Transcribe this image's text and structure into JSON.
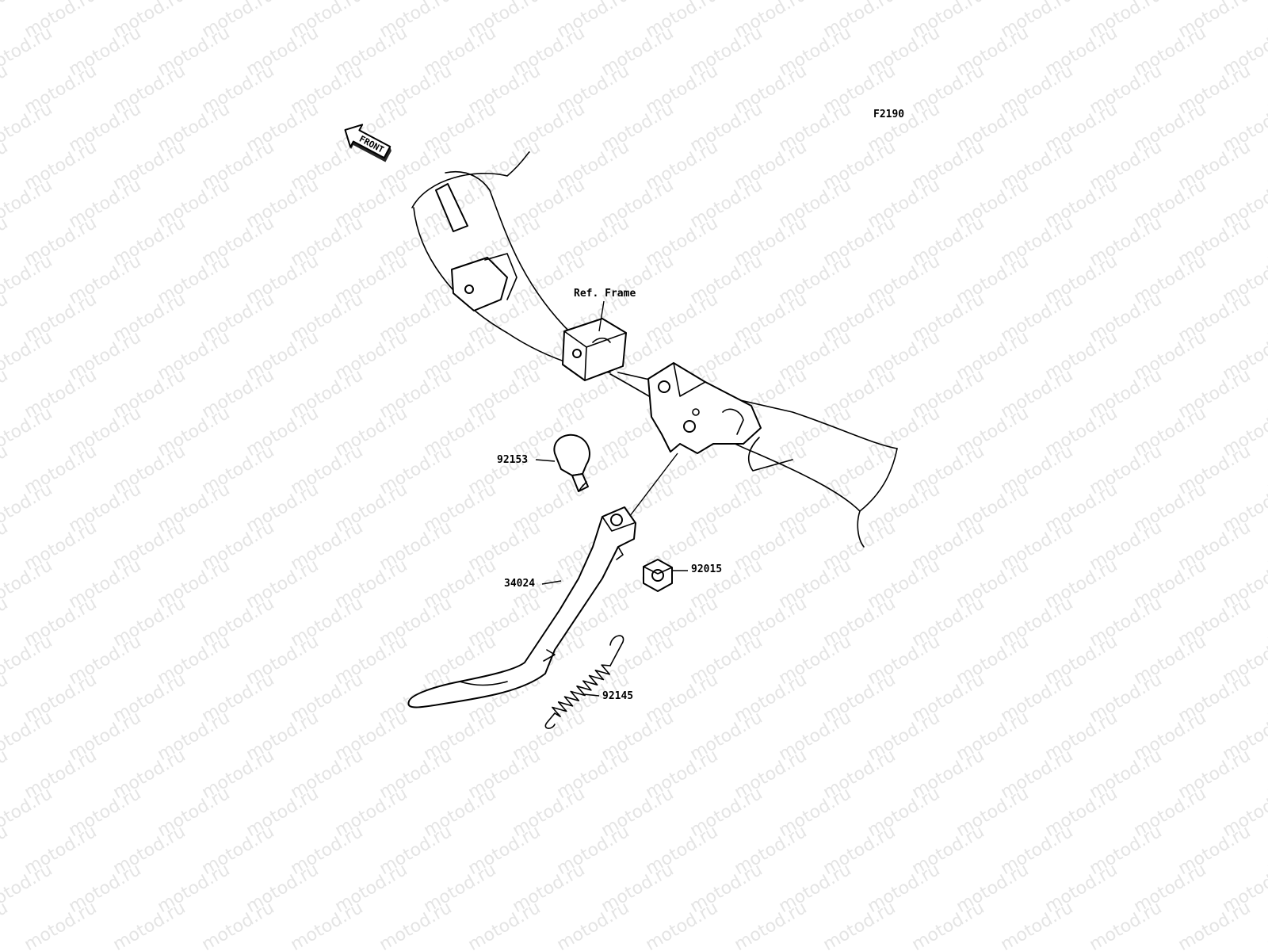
{
  "watermark": "motod.ru",
  "diagram_code": "F2190",
  "front_arrow": {
    "label": "FRONT",
    "icon": "front-arrow-icon"
  },
  "reference_label": "Ref. Frame",
  "parts": [
    {
      "number": "92153"
    },
    {
      "number": "34024"
    },
    {
      "number": "92015"
    },
    {
      "number": "92145"
    }
  ]
}
